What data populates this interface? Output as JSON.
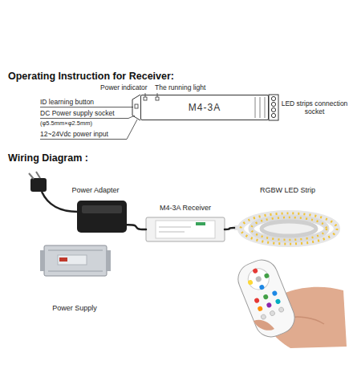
{
  "diagram": {
    "title": "Operating Instruction for Receiver:",
    "nodes": [
      {
        "text": [
          "M4-3A"
        ]
      },
      {
        "text": [
          "Power Adapter"
        ]
      },
      {
        "text": [
          "M4-3A Receiver"
        ]
      },
      {
        "text": [
          "RGBW LED Strip"
        ]
      },
      {
        "text": [
          "Power Supply"
        ]
      }
    ],
    "edges": [
      {
        "from": 1,
        "to": 2,
        "arrow": "none"
      },
      {
        "from": 2,
        "to": 3,
        "arrow": "none"
      }
    ],
    "labels": [
      "Power indicator",
      "The running light",
      "ID learning button",
      "DC Power supply socket",
      "(φ5.5mm×φ2.5mm)",
      "12~24Vdc power input",
      "LED strips connection socket",
      "Wiring Diagram :"
    ]
  }
}
